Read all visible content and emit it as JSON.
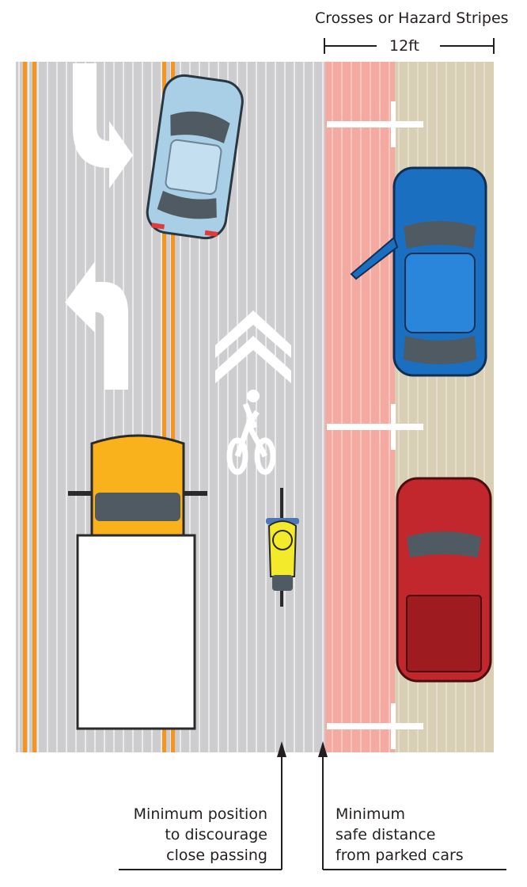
{
  "header": {
    "title": "Crosses or Hazard Stripes",
    "width_label": "12ft"
  },
  "callouts": {
    "bike_position": [
      "Minimum position",
      "to discourage",
      "close passing"
    ],
    "door_zone": [
      "Minimum",
      "safe distance",
      "from parked cars"
    ]
  },
  "colors": {
    "road": "#cdcdcf",
    "lane_stripe": "#ffffff",
    "center_line": "#f7941d",
    "buffer_zone": "#f4aaa0",
    "parking_lane": "#d8cfb5",
    "car_light_blue": "#a9cfe6",
    "car_blue": "#1b6fc0",
    "car_red": "#c1272d",
    "truck_cab": "#f9b21b",
    "cyclist_jersey": "#f2ea2a",
    "text": "#231f20"
  },
  "icons": [
    "u-turn-arrow-icon",
    "left-turn-arrow-icon",
    "sharrow-chevron-icon",
    "bicycle-icon",
    "cyclist-icon",
    "car-icon",
    "truck-icon"
  ]
}
